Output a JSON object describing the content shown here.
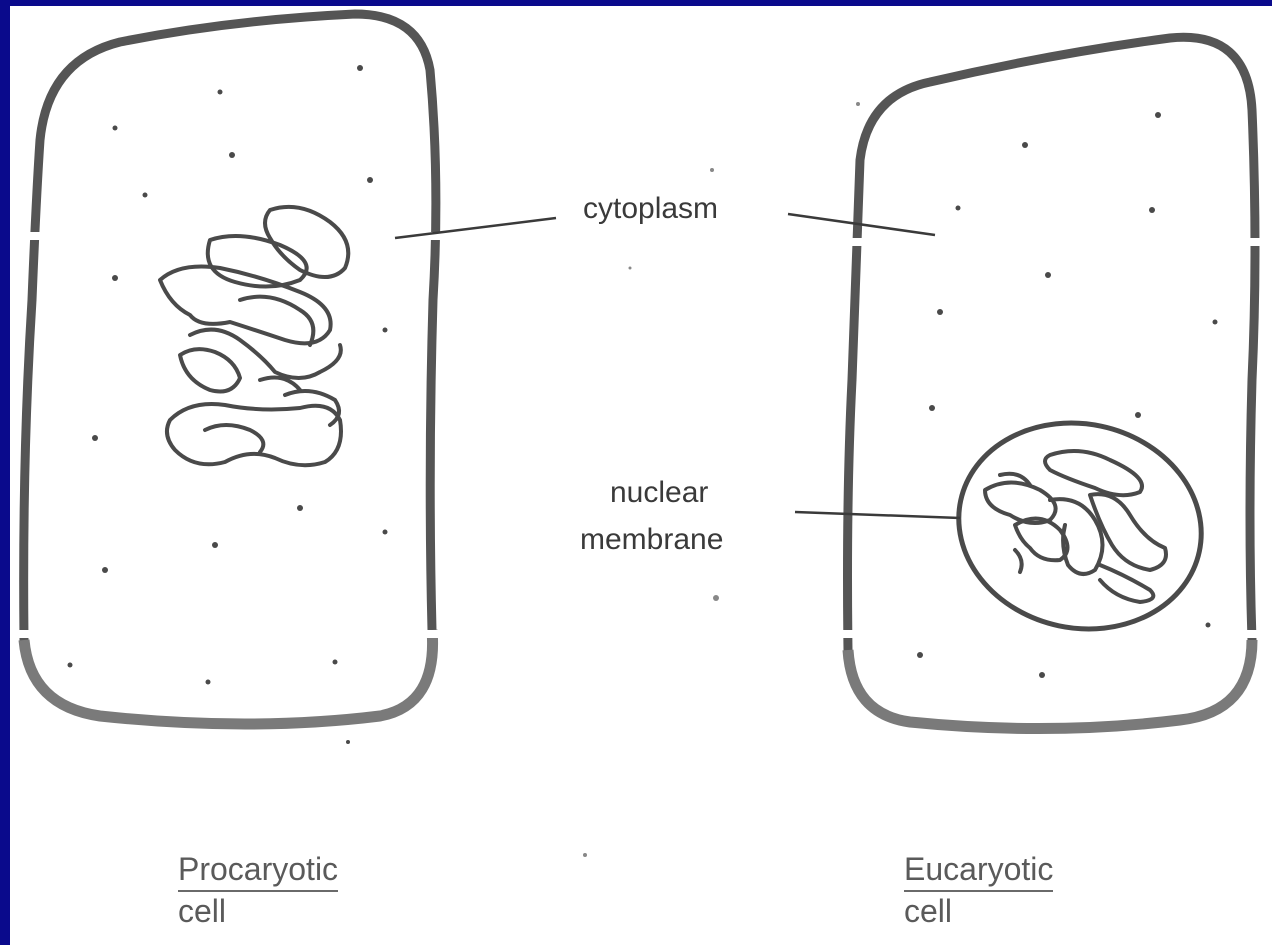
{
  "colors": {
    "background": "#0a0a8c",
    "paper": "#ffffff",
    "ink": "#4a4a4a",
    "membrane_dark": "#555555",
    "membrane_light": "#7a7a7a"
  },
  "labels": {
    "cytoplasm": "cytoplasm",
    "nuclear_membrane_line1": "nuclear",
    "nuclear_membrane_line2": "membrane"
  },
  "captions": {
    "procaryotic_line1": "Procaryotic",
    "procaryotic_line2": "cell",
    "eucaryotic_line1": "Eucaryotic",
    "eucaryotic_line2": "cell"
  }
}
